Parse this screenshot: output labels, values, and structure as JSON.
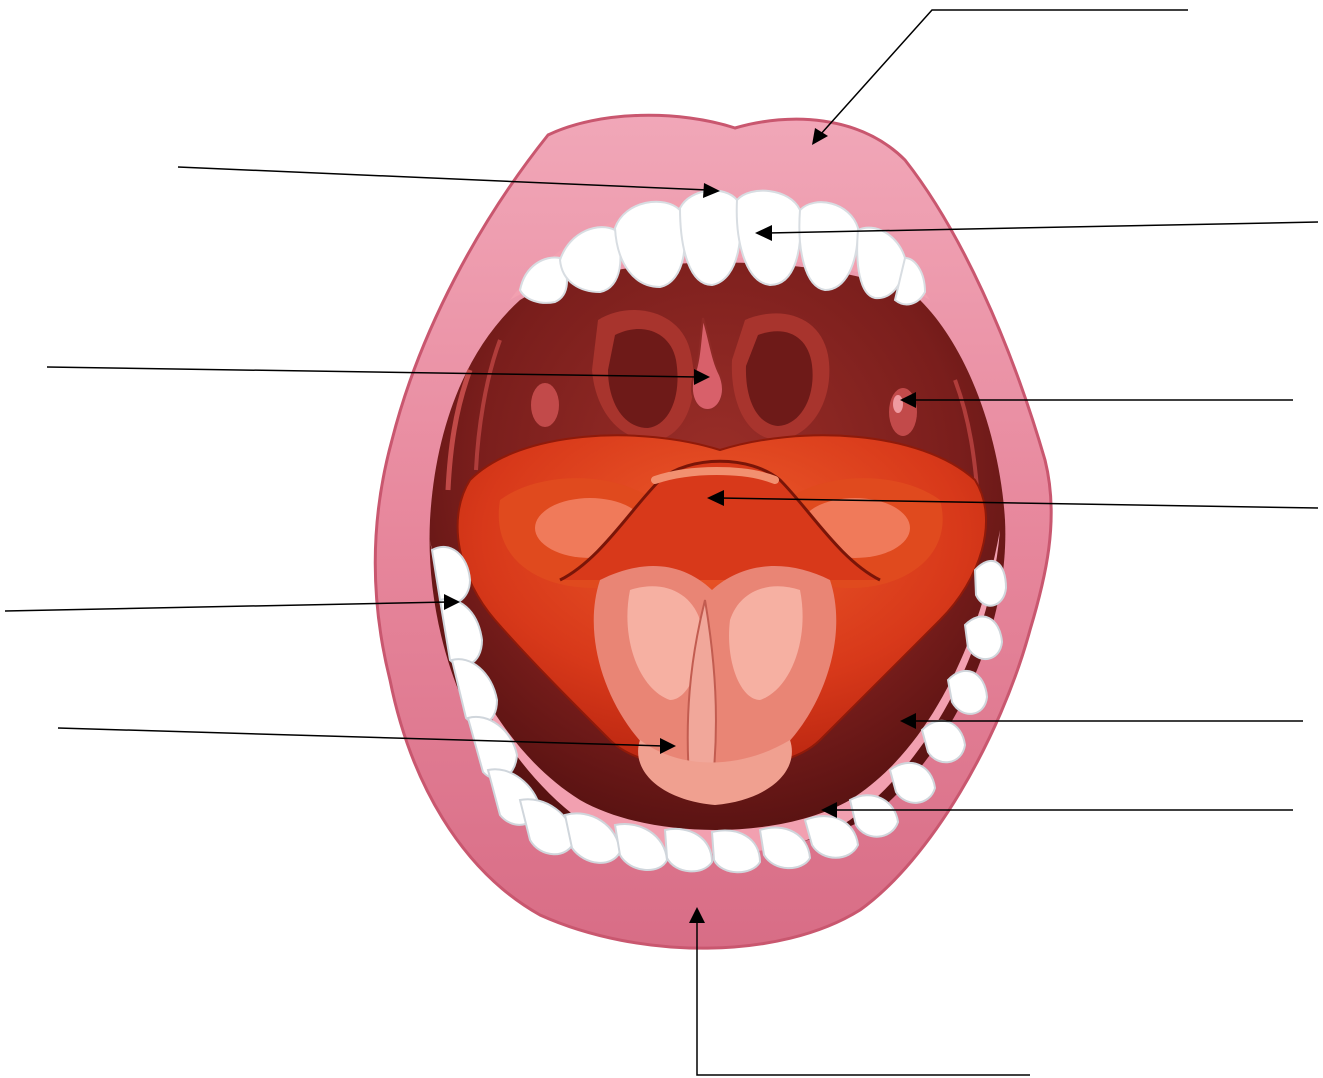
{
  "diagram": {
    "subject": "mouth-cavity",
    "colors": {
      "lip": "#e7879c",
      "lip_shadow": "#c9576f",
      "lip_highlight": "#f4b6c4",
      "gums": "#f2a0b0",
      "teeth": "#ffffff",
      "teeth_outline": "#d8dde2",
      "cavity_dark": "#5a1212",
      "cavity_mid": "#8f2a26",
      "palate_arch": "#a8342d",
      "uvula": "#d8606a",
      "tonsil": "#c24a4a",
      "tongue_outer": "#c52a10",
      "tongue_mid": "#e04a1e",
      "tongue_light": "#f07a5a",
      "tongue_underside": "#e98575",
      "frenulum": "#f1a79a",
      "arrow": "#000000"
    },
    "labels": [
      {
        "id": "upper-lip",
        "text": ""
      },
      {
        "id": "upper-gum",
        "text": ""
      },
      {
        "id": "upper-teeth",
        "text": ""
      },
      {
        "id": "uvula",
        "text": ""
      },
      {
        "id": "tonsil",
        "text": ""
      },
      {
        "id": "tongue",
        "text": ""
      },
      {
        "id": "lower-gum-left",
        "text": ""
      },
      {
        "id": "frenulum",
        "text": ""
      },
      {
        "id": "lower-gum-right",
        "text": ""
      },
      {
        "id": "lower-teeth",
        "text": ""
      },
      {
        "id": "lower-lip",
        "text": ""
      }
    ]
  }
}
